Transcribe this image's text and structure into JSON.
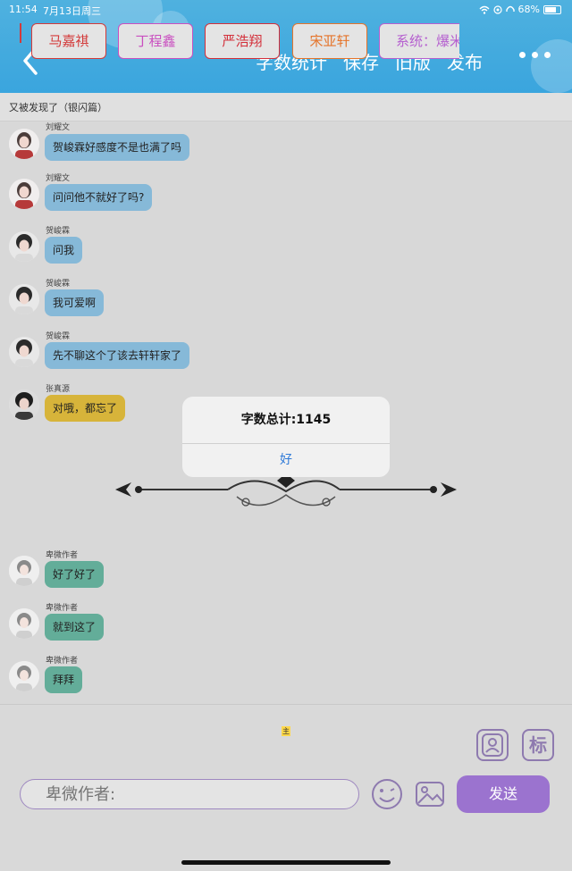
{
  "status_bar": {
    "time": "11:54",
    "date": "7月13日周三",
    "battery": "68%"
  },
  "nav": {
    "word_count": "字数统计",
    "save": "保存",
    "old_version": "旧版",
    "publish": "发布"
  },
  "story_title": "又被发现了（银闪篇）",
  "messages": [
    {
      "sender": "刘耀文",
      "text": "贺峻霖好感度不是也满了吗"
    },
    {
      "sender": "刘耀文",
      "text": "问问他不就好了吗?"
    },
    {
      "sender": "贺峻霖",
      "text": "问我"
    },
    {
      "sender": "贺峻霖",
      "text": "我可爱啊"
    },
    {
      "sender": "贺峻霖",
      "text": "先不聊这个了该去轩轩家了"
    },
    {
      "sender": "张真源",
      "text": "对哦，都忘了"
    },
    {
      "sender": "卑微作者",
      "text": "好了好了"
    },
    {
      "sender": "卑微作者",
      "text": "就到这了"
    },
    {
      "sender": "卑微作者",
      "text": "拜拜"
    }
  ],
  "alert": {
    "title": "字数总计:1145",
    "ok": "好"
  },
  "characters": [
    {
      "name": "马嘉祺",
      "color": "#d33a3a"
    },
    {
      "name": "丁程鑫",
      "color": "#c94fc0"
    },
    {
      "name": "严浩翔",
      "color": "#d32f3a"
    },
    {
      "name": "宋亚轩",
      "color": "#e5742a"
    },
    {
      "name": "系统：爆米",
      "color": "#b55fcf"
    }
  ],
  "main_tag": "主",
  "composer": {
    "placeholder": "卑微作者:",
    "send": "发送",
    "tag_button": "标"
  },
  "colors": {
    "header": "#3aa5de",
    "send": "#9b73cf",
    "accent": "#8e7aaf"
  }
}
